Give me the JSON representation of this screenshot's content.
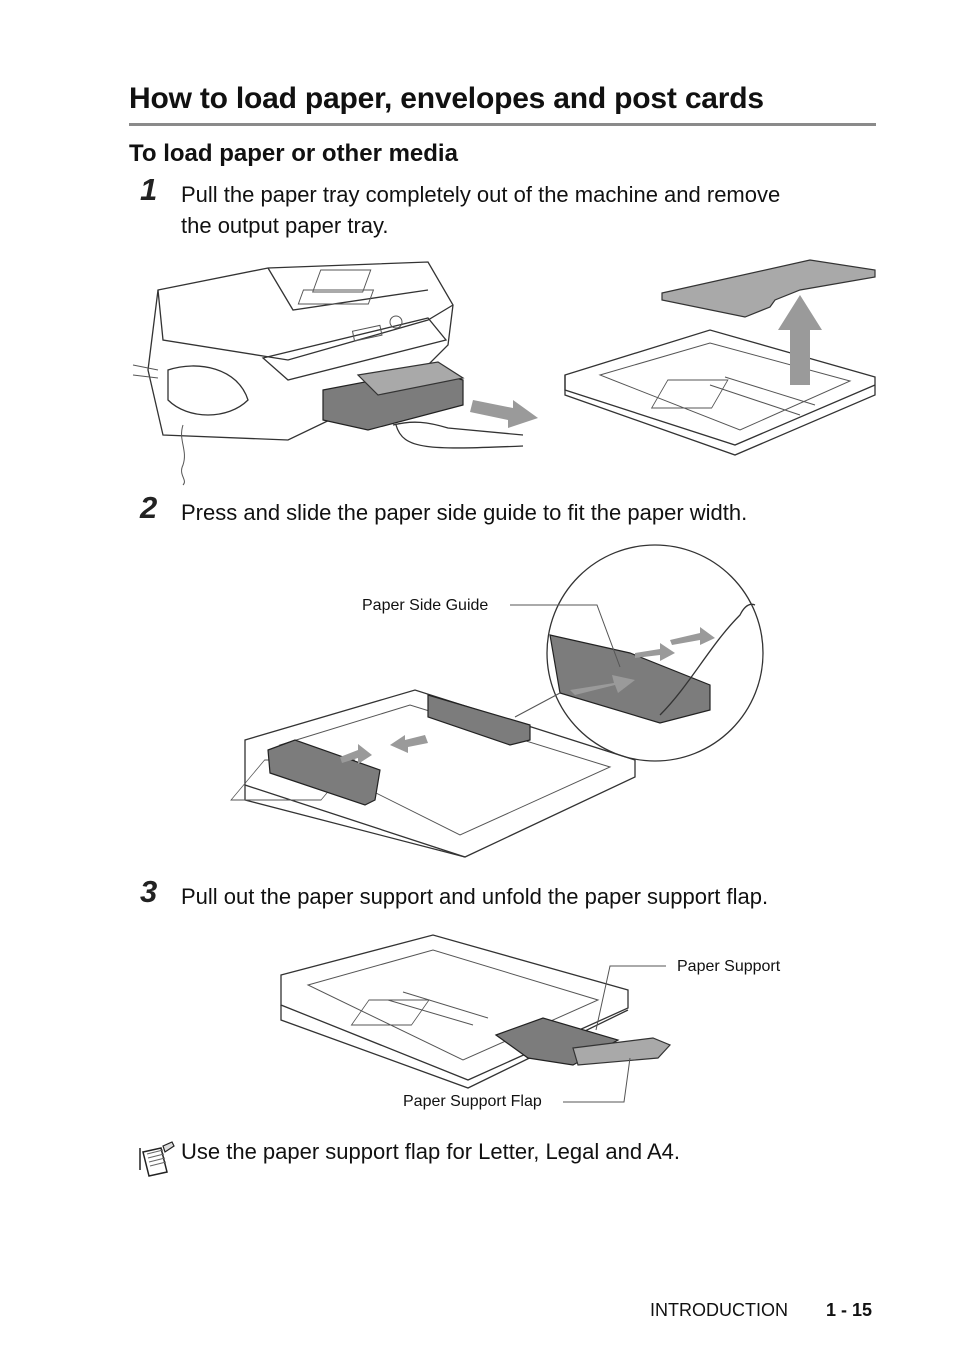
{
  "page": {
    "title": "How to load paper, envelopes and post cards",
    "subtitle": "To load paper or other media"
  },
  "steps": [
    {
      "number": "1",
      "text_line1": "Pull the paper tray completely out of the machine and remove",
      "text_line2": "the output paper tray."
    },
    {
      "number": "2",
      "text_line1": "Press and slide the paper side guide to fit the paper width."
    },
    {
      "number": "3",
      "text_line1": "Pull out the paper support and unfold the paper support flap."
    }
  ],
  "callouts": {
    "paper_side_guide": "Paper Side Guide",
    "paper_support": "Paper Support",
    "paper_support_flap": "Paper Support Flap"
  },
  "note": {
    "icon": "note-pad-icon",
    "text": "Use the paper support flap for Letter, Legal and A4."
  },
  "footer": {
    "section": "INTRODUCTION",
    "page_number": "1 - 15"
  }
}
